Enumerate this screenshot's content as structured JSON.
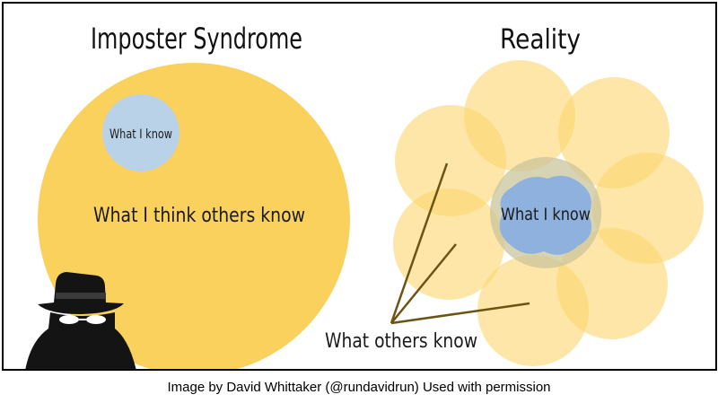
{
  "left_panel": {
    "title": "Imposter Syndrome",
    "inner_label": "What I know",
    "outer_label": "What I think others know",
    "icon": "spy-icon"
  },
  "right_panel": {
    "title": "Reality",
    "center_label": "What I know",
    "pointer_label": "What others know"
  },
  "caption": "Image by David Whittaker (@rundavidrun) Used with permission",
  "colors": {
    "big_circle": "#f9d15c",
    "petal": "#fbd671",
    "known": "#b9d2e8",
    "center_known": "#8fb1de",
    "line": "#6b5412",
    "border": "#000000"
  }
}
